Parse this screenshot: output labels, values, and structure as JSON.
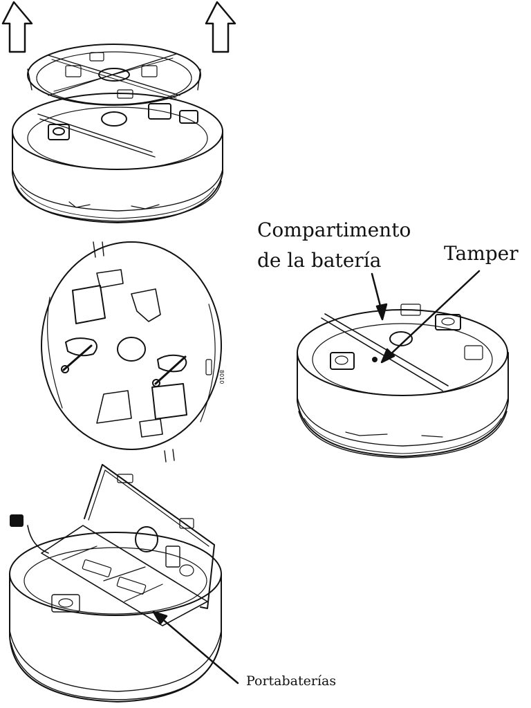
{
  "labels": {
    "battery_compartment_line1": "Compartimento",
    "battery_compartment_line2": "de la batería",
    "tamper": "Tamper",
    "battery_holder": "Portabaterías"
  },
  "plate_print": "8010",
  "colors": {
    "ink": "#111111",
    "background": "#ffffff"
  }
}
